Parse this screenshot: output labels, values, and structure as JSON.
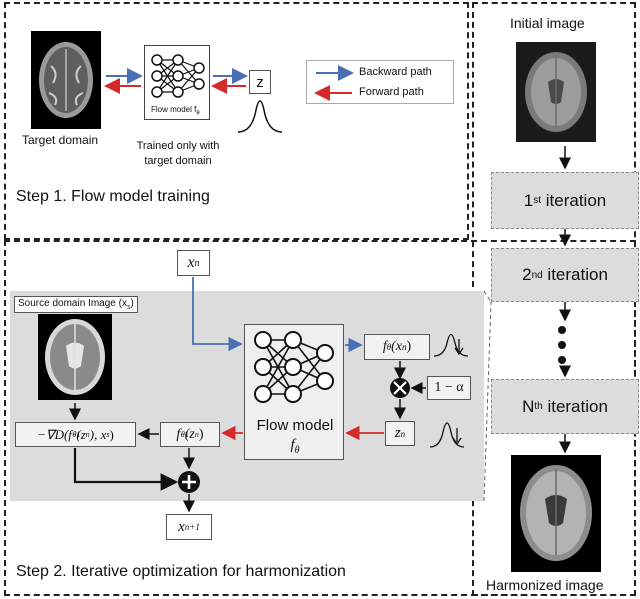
{
  "step1": {
    "target_label": "Target domain",
    "flow_model_label": "Flow model f",
    "flow_model_sub": "θ",
    "z_label": "z",
    "trained_line1": "Trained only with",
    "trained_line2": "target domain",
    "title": "Step 1. Flow model training",
    "legend": [
      {
        "label": "Backward path",
        "color": "#4a6fb5"
      },
      {
        "label": "Forward path",
        "color": "#d62a2a"
      }
    ]
  },
  "right": {
    "initial_label": "Initial image",
    "iterations": [
      {
        "num": "1",
        "sup": "st",
        "text": "iteration"
      },
      {
        "num": "2",
        "sup": "nd",
        "text": "iteration"
      },
      {
        "num": "N",
        "sup": "th",
        "text": "iteration"
      }
    ],
    "harmonized_label": "Harmonized image"
  },
  "step2": {
    "xn": "x",
    "xn_sub": "n",
    "source_label": "Source domain Image (x",
    "source_sub": "s",
    "source_close": ")",
    "flow_model_label": "Flow model",
    "flow_model_f": "f",
    "flow_model_sub": "θ",
    "f_xn": "f",
    "f_xn_sub": "θ",
    "f_xn_arg": "(x",
    "f_xn_arg_sub": "n",
    "one_minus_alpha": "1 − α",
    "zn": "z",
    "zn_sub": "n",
    "finv": "f",
    "finv_sup": "−1",
    "finv_sub": "θ",
    "finv_arg": "(z",
    "finv_arg_sub": "n",
    "grad": "−∇D(f",
    "grad_sup": "−1",
    "grad_sub": "θ",
    "grad_arg": "(z",
    "grad_arg_sub": "n",
    "grad_tail": "), x",
    "grad_tail_sub": "s",
    "grad_close": ")",
    "xn1": "x",
    "xn1_sub": "n+1",
    "title": "Step 2. Iterative optimization for harmonization"
  },
  "colors": {
    "backward": "#4a6fb5",
    "forward": "#d62a2a",
    "panel": "#dcdcdc"
  }
}
